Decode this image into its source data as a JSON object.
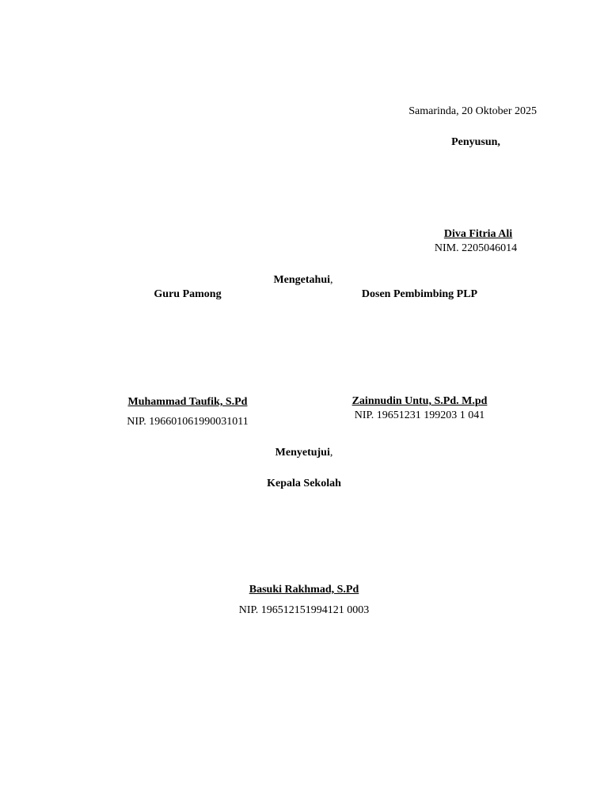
{
  "place_date": "Samarinda, 20 Oktober 2025",
  "author": {
    "role": "Penyusun,",
    "name": "Diva Fitria Ali ",
    "id": "NIM. 2205046014"
  },
  "acknowledged": {
    "heading": "Mengetahui",
    "heading_punct": ",",
    "left": {
      "role": "Guru Pamong",
      "name": "Muhammad Taufik, S.Pd",
      "id": "NIP. 196601061990031011"
    },
    "right": {
      "role": "Dosen Pembimbing PLP",
      "name": "Zainnudin Untu, S.Pd. M.pd",
      "id": "NIP. 19651231 199203 1 041"
    }
  },
  "approved": {
    "heading": "Menyetujui",
    "heading_punct": ",",
    "role": "Kepala Sekolah",
    "name": "Basuki Rakhmad, S.Pd",
    "id": "NIP. 196512151994121 0003"
  }
}
